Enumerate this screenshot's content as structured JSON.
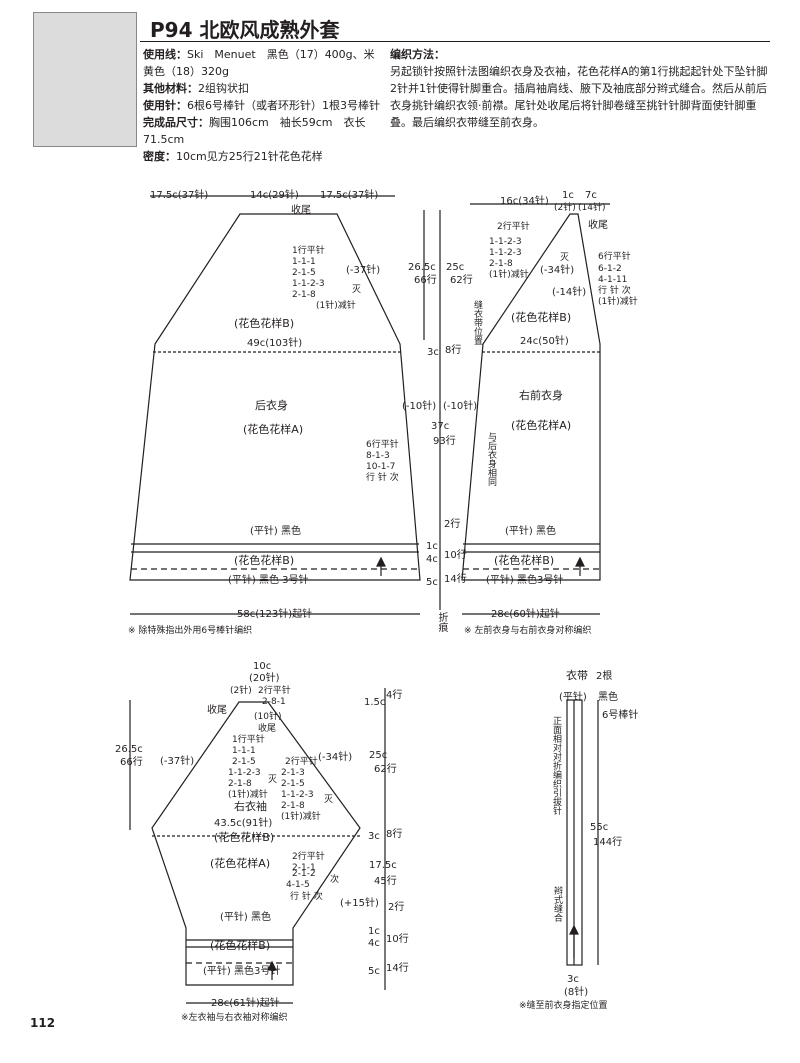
{
  "header": {
    "title": "P94  北欧风成熟外套",
    "info": {
      "yarn_label": "使用线：",
      "yarn_text": "Ski　Menuet　黑色（17）400g、米黄色（18）320g",
      "other_label": "其他材料：",
      "other_text": "2组钩状扣",
      "needle_label": "使用针：",
      "needle_text": "6根6号棒针（或者环形针）1根3号棒针",
      "size_label": "完成品尺寸：",
      "size_text": "胸围106cm　袖长59cm　衣长71.5cm",
      "gauge_label": "密度：",
      "gauge_text": "10cm见方25行21针花色花样"
    },
    "method_label": "编织方法：",
    "method_text": "另起锁针按照针法图编织衣身及衣袖，花色花样A的第1行挑起起针处下坠针脚2针并1针使得针脚重合。插肩袖肩线、腋下及袖底部分辫式缝合。然后从前后衣身挑针编织衣领·前襟。尾针处收尾后将针脚卷缝至挑针针脚背面使针脚重叠。最后编织衣带缝至前衣身。"
  },
  "back": {
    "top_left": "17.5c(37针)",
    "top_mid": "14c(29针)",
    "top_right": "17.5c(37针)",
    "bind_off": "收尾",
    "raglan_dec": [
      "1行平针",
      "1-1-1",
      "2-1-5",
      "1-1-2-3",
      "2-1-8",
      "(1针)减针"
    ],
    "raglan_dec_tag": "灭",
    "raglan_total": "(-37针)",
    "pattern_b": "(花色花样B)",
    "width_49": "49c(103针)",
    "name": "后衣身",
    "pattern_a": "(花色花样A)",
    "side_dec": [
      "6行平针",
      "8-1-3",
      "10-1-7",
      "行 针 次"
    ],
    "plain_black": "(平针) 黑色",
    "band_b": "(花色花样B)",
    "plain_black_3": "(平针) 黑色 3号针",
    "cast_on": "58c(123针)起针",
    "note": "※ 除特殊指出外用6号棒针编织"
  },
  "middle": {
    "raglan_h1": "26.5c",
    "raglan_r1": "66行",
    "raglan_h2": "25c",
    "raglan_r2": "62行",
    "band_h": "3c",
    "band_r": "8行",
    "sew_pos": "缝衣带位置",
    "minus10_left": "(-10针)",
    "minus10_right": "(-10针)",
    "body_h": "37c",
    "body_r": "93行",
    "same_as_back": "与后衣身相同",
    "r2": "2行",
    "h1c": "1c",
    "h4c": "4c",
    "r10": "10行",
    "h5c": "5c",
    "r14": "14行",
    "fold": "折痕"
  },
  "front": {
    "top_w": "16c(34针)",
    "top_1c": "1c",
    "top_7c": "7c",
    "top_2": "(2针)",
    "top_14": "(14针)",
    "bind_off": "收尾",
    "left_dec": [
      "2行平针",
      "1-1-2-3",
      "1-1-2-3",
      "2-1-8",
      "(1针)减针"
    ],
    "left_dec_tag": "灭",
    "left_total": "(-34针)",
    "right_dec": [
      "6行平针",
      "6-1-2",
      "4-1-11",
      "行 针 次",
      "(1针)减针"
    ],
    "right_total": "(-14针)",
    "pattern_b": "(花色花样B)",
    "width_24": "24c(50针)",
    "name": "右前衣身",
    "pattern_a": "(花色花样A)",
    "plain_black": "(平针) 黑色",
    "band_b": "(花色花样B)",
    "plain_black_3": "(平针) 黑色3号针",
    "cast_on": "28c(60针)起针",
    "note": "※ 左前衣身与右前衣身对称编织"
  },
  "sleeve": {
    "top_w": "10c",
    "top_s": "(20针)",
    "top_2": "(2针)",
    "top_dec": [
      "2行平针",
      "2-8-1"
    ],
    "bind_off": "收尾",
    "ten": "(10针)",
    "bind_off2": "收尾",
    "left_dec": [
      "1行平针",
      "1-1-1",
      "2-1-5",
      "1-1-2-3",
      "2-1-8",
      "(1针)减针"
    ],
    "left_tag": "灭",
    "left_total": "(-37针)",
    "right_dec": [
      "2行平针",
      "2-1-3",
      "2-1-5",
      "1-1-2-3",
      "2-1-8",
      "(1针)减针"
    ],
    "right_tag": "灭",
    "right_total": "(-34针)",
    "name": "右衣袖",
    "width": "43.5c(91针)",
    "pattern_b": "(花色花样B)",
    "pattern_a": "(花色花样A)",
    "inc": [
      "2行平针",
      "2-1-1",
      "4-1-5",
      "2-1-2",
      "行 针 次"
    ],
    "inc_tag": "次",
    "inc_total": "(+15针)",
    "plain_black": "(平针) 黑色",
    "band_b": "(花色花样B)",
    "plain_black_3": "(平针) 黑色3号针",
    "cast_on": "28c(61针)起针",
    "note": "※左衣袖与右衣袖对称编织",
    "lh": "26.5c",
    "lr": "66行",
    "h15": "1.5c",
    "r4": "4行",
    "h25": "25c",
    "r62": "62行",
    "h3": "3c",
    "r8": "8行",
    "h175": "17.5c",
    "r45": "45行",
    "r2": "2行",
    "h1": "1c",
    "h4": "4c",
    "r10": "10行",
    "h5": "5c",
    "r14": "14行"
  },
  "belt": {
    "title": "衣带",
    "count": "2根",
    "plain": "(平针)",
    "color": "黑色",
    "needle": "6号棒针",
    "fold_note": "正面相对对折编织引拔针",
    "length": "55c",
    "rows": "144行",
    "sew_note": "辫式缝合",
    "w": "3c",
    "st": "(8针)",
    "note": "※缝至前衣身指定位置"
  },
  "page_number": "112"
}
